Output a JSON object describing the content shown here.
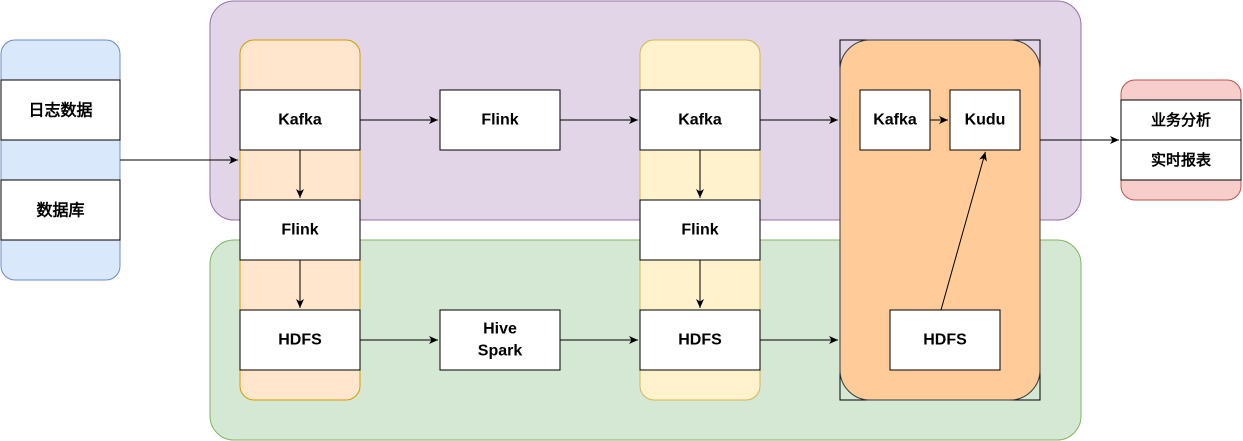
{
  "colors": {
    "realtime_band": "#e1d5e7",
    "realtime_band_stroke": "#9673a6",
    "offline_band": "#d5e8d4",
    "offline_band_stroke": "#82b366",
    "source_group": "#dae8fc",
    "source_group_stroke": "#6c8ebf",
    "layer1": "#ffe6cc",
    "layer1_stroke": "#d79b00",
    "layer2": "#fff2cc",
    "layer2_stroke": "#d6b656",
    "layer3": "#ffcc99",
    "layer3_stroke": "#36393d",
    "output_group": "#f8cecc",
    "output_group_stroke": "#b85450",
    "box_fill": "#ffffff",
    "box_stroke": "#000000",
    "edge": "#000000"
  },
  "sources": {
    "log": "日志数据",
    "db": "数据库"
  },
  "layer1": {
    "kafka": "Kafka",
    "flink": "Flink",
    "hdfs": "HDFS"
  },
  "middle": {
    "flink": "Flink",
    "hive": "Hive",
    "spark": "Spark"
  },
  "layer2": {
    "kafka": "Kafka",
    "flink": "Flink",
    "hdfs": "HDFS"
  },
  "layer3": {
    "kafka": "Kafka",
    "kudu": "Kudu",
    "hdfs": "HDFS"
  },
  "outputs": {
    "analysis": "业务分析",
    "report": "实时报表"
  }
}
